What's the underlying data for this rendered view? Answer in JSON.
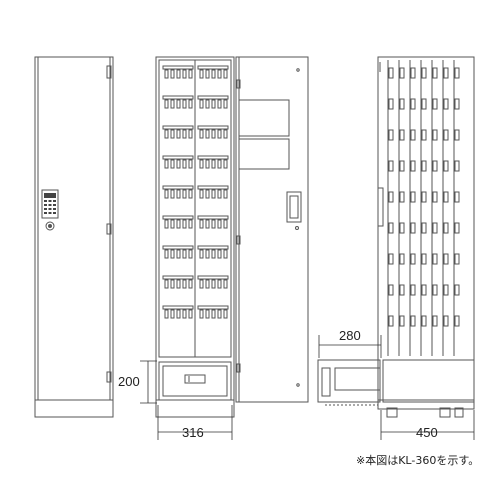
{
  "dimensions": {
    "height_drawer": "200",
    "width_front": "316",
    "depth_drawer": "280",
    "depth_total": "450"
  },
  "note": "※本図はKL-360を示す。",
  "colors": {
    "line": "#555555",
    "dim_line": "#333333",
    "fill": "#ffffff",
    "shade": "#f2f2f2"
  }
}
